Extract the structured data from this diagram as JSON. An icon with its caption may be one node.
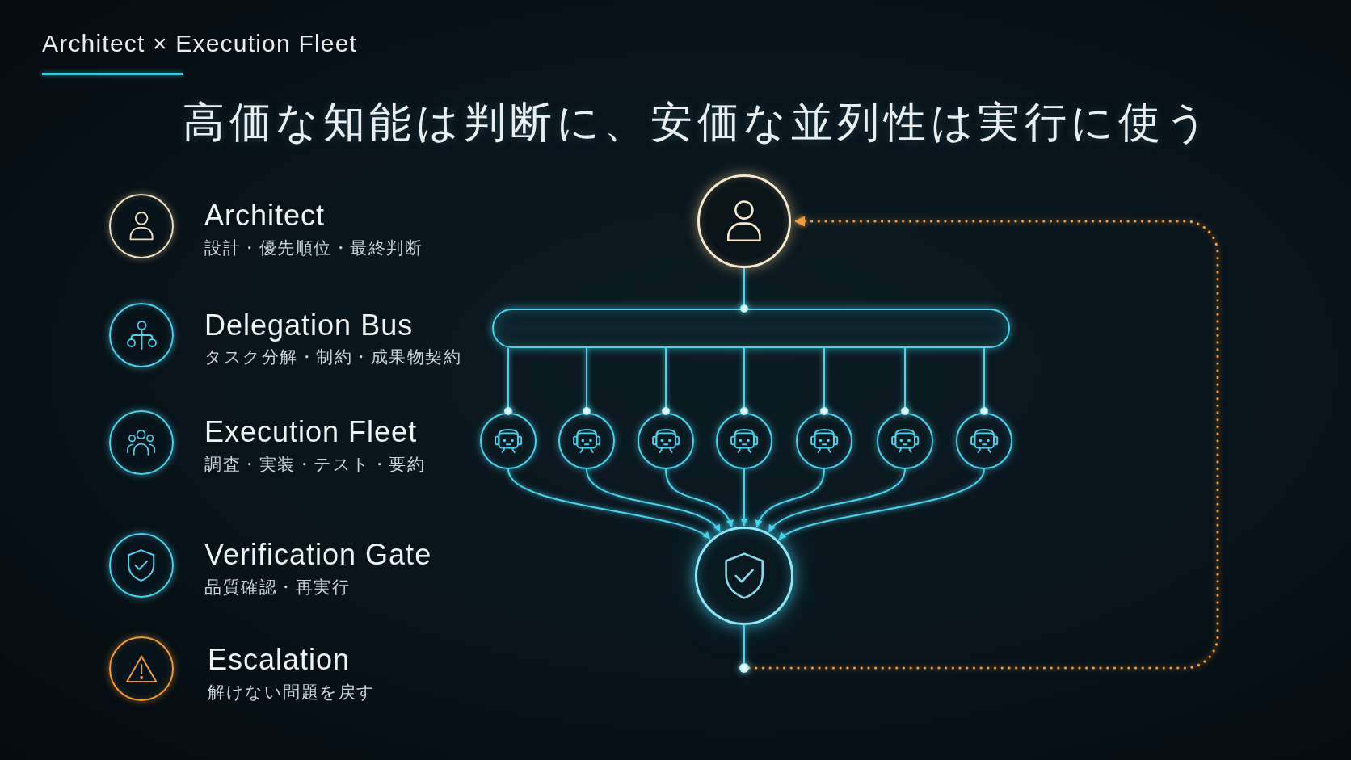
{
  "diagram": {
    "title": "高価な知能は判断に、安価な並列性は実行に使う",
    "nodes": [
      {
        "text": [],
        "shape": "circle",
        "beside": [
          "Architect",
          "設計・優先順位・最終判断"
        ]
      },
      {
        "text": [],
        "shape": "circle",
        "beside": [
          "Delegation Bus",
          "タスク分解・制約・成果物契約"
        ]
      },
      {
        "text": [],
        "shape": "circle",
        "beside": [
          "Execution Fleet",
          "調査・実装・テスト・要約"
        ]
      },
      {
        "text": [],
        "shape": "circle",
        "beside": [
          "Verification Gate",
          "品質確認・再実行"
        ]
      },
      {
        "text": [],
        "shape": "circle",
        "beside": [
          "Escalation",
          "解けない問題を戻す"
        ]
      },
      {
        "text": [],
        "shape": "circle"
      },
      {
        "text": [],
        "shape": "bar"
      },
      {
        "text": [],
        "shape": "circle"
      },
      {
        "text": [],
        "shape": "circle"
      },
      {
        "text": [],
        "shape": "circle"
      },
      {
        "text": [],
        "shape": "circle"
      },
      {
        "text": [],
        "shape": "circle"
      },
      {
        "text": [],
        "shape": "circle"
      },
      {
        "text": [],
        "shape": "circle"
      },
      {
        "text": [],
        "shape": "circle"
      },
      {
        "text": [],
        "shape": "circle"
      }
    ],
    "edges": [
      {
        "from": 5,
        "to": 6,
        "arrow": "none"
      },
      {
        "from": 6,
        "to": 7,
        "arrow": "none"
      },
      {
        "from": 6,
        "to": 8,
        "arrow": "none"
      },
      {
        "from": 6,
        "to": 9,
        "arrow": "none"
      },
      {
        "from": 6,
        "to": 10,
        "arrow": "none"
      },
      {
        "from": 6,
        "to": 11,
        "arrow": "none"
      },
      {
        "from": 6,
        "to": 12,
        "arrow": "none"
      },
      {
        "from": 6,
        "to": 13,
        "arrow": "none"
      },
      {
        "from": 7,
        "to": 14,
        "arrow": "to"
      },
      {
        "from": 8,
        "to": 14,
        "arrow": "to"
      },
      {
        "from": 9,
        "to": 14,
        "arrow": "to"
      },
      {
        "from": 10,
        "to": 14,
        "arrow": "to"
      },
      {
        "from": 11,
        "to": 14,
        "arrow": "to"
      },
      {
        "from": 12,
        "to": 14,
        "arrow": "to"
      },
      {
        "from": 13,
        "to": 14,
        "arrow": "to"
      },
      {
        "from": 14,
        "to": 15,
        "arrow": "none"
      },
      {
        "from": 15,
        "to": 5,
        "arrow": "to",
        "style": "dashed",
        "color": "#f39a32"
      }
    ],
    "labels": [
      "Architect × Execution Fleet"
    ]
  }
}
